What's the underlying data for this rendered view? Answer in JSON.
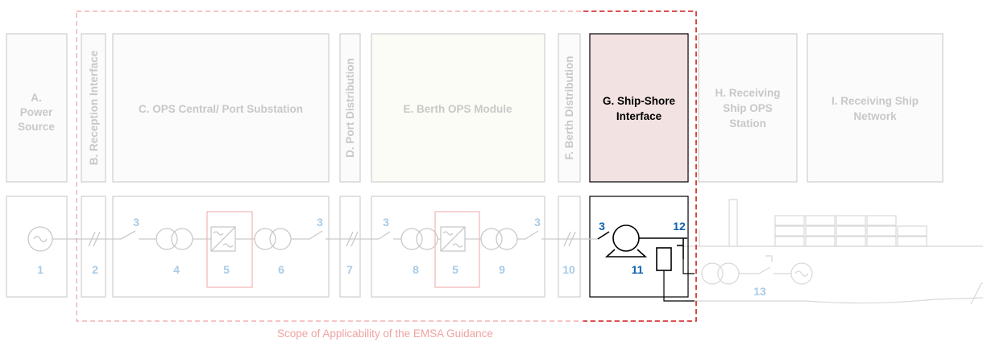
{
  "colors": {
    "faded_stroke": "#cfcfcf",
    "faded_text": "#c8c8c8",
    "faded_number": "#a9cbe6",
    "active_number": "#0b61ad",
    "highlight_fill": "#f3e2e2",
    "scope_red": "#f0a2a2",
    "scope_solid_red": "#d21f1f",
    "converter_red": "#f2b5b5",
    "active_stroke": "#000000"
  },
  "top_blocks": {
    "A": {
      "line1": "A.",
      "line2": "Power",
      "line3": "Source"
    },
    "B": {
      "label": "B. Reception Interface"
    },
    "C": {
      "label": "C. OPS Central/ Port Substation"
    },
    "D": {
      "label": "D. Port Distribution"
    },
    "E": {
      "label": "E. Berth OPS Module"
    },
    "F": {
      "label": "F. Berth Distribution"
    },
    "G": {
      "line1": "G. Ship-Shore",
      "line2": "Interface"
    },
    "H": {
      "line1": "H. Receiving",
      "line2": "Ship OPS",
      "line3": "Station"
    },
    "I": {
      "line1": "I. Receiving Ship",
      "line2": "Network"
    }
  },
  "numbers": {
    "n1": "1",
    "n2": "2",
    "n3a": "3",
    "n4": "4",
    "n5a": "5",
    "n6": "6",
    "n3b": "3",
    "n7": "7",
    "n3c": "3",
    "n8": "8",
    "n5b": "5",
    "n9": "9",
    "n3d": "3",
    "n10": "10",
    "n3e": "3",
    "n12": "12",
    "n11": "11",
    "n13": "13"
  },
  "scope": {
    "caption": "Scope of Applicability of the EMSA Guidance"
  }
}
